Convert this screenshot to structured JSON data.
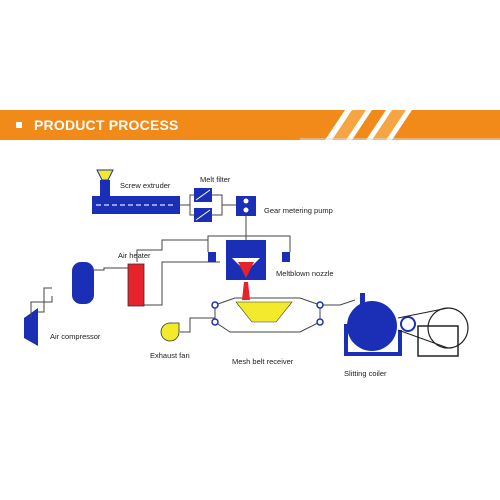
{
  "banner": {
    "title": "PRODUCT PROCESS",
    "color": "#f28a1a"
  },
  "labels": {
    "screw_extruder": "Screw extruder",
    "melt_filter": "Melt filter",
    "gear_metering_pump": "Gear metering pump",
    "air_heater": "Air heater",
    "meltblown_nozzle": "Meltblown nozzle",
    "air_compressor": "Air compressor",
    "exhaust_fan": "Exhaust fan",
    "mesh_belt_receiver": "Mesh belt receiver",
    "slitting_coiler": "Slitting coiler"
  },
  "colors": {
    "equipment_blue": "#1a2fb5",
    "heater_red": "#e8222a",
    "hopper_yellow": "#f2ea2a",
    "line_gray": "#444444"
  }
}
